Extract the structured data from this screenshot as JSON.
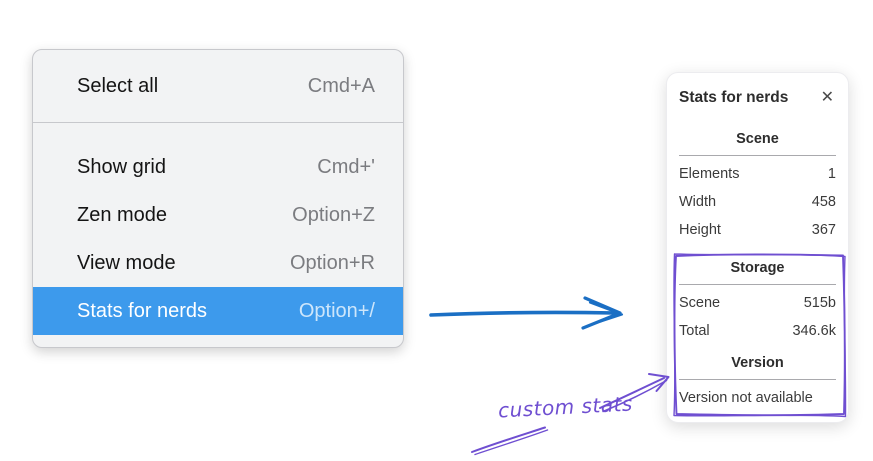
{
  "colors": {
    "highlight_blue": "#3d9aec",
    "highlight_text": "#ffffff",
    "highlight_shortcut": "#cde6fb",
    "arrow_blue": "#1b6fc4",
    "violet": "#6f4fd1",
    "menu_bg": "#f2f3f4",
    "menu_border": "#c7c8cc",
    "label_color": "#141414",
    "shortcut_color": "#7b7c80",
    "panel_text": "#3b3b3b"
  },
  "context_menu": {
    "sections": [
      {
        "items": [
          {
            "label": "Select all",
            "shortcut": "Cmd+A"
          }
        ]
      },
      {
        "items": [
          {
            "label": "Show grid",
            "shortcut": "Cmd+'"
          },
          {
            "label": "Zen mode",
            "shortcut": "Option+Z"
          },
          {
            "label": "View mode",
            "shortcut": "Option+R"
          },
          {
            "label": "Stats for nerds",
            "shortcut": "Option+/",
            "highlighted": true
          }
        ]
      }
    ]
  },
  "stats_panel": {
    "title": "Stats for nerds",
    "close_icon": "✕",
    "scene": {
      "header": "Scene",
      "rows": [
        {
          "label": "Elements",
          "value": "1"
        },
        {
          "label": "Width",
          "value": "458"
        },
        {
          "label": "Height",
          "value": "367"
        }
      ]
    },
    "storage": {
      "header": "Storage",
      "rows": [
        {
          "label": "Scene",
          "value": "515b"
        },
        {
          "label": "Total",
          "value": "346.6k"
        }
      ]
    },
    "version": {
      "header": "Version",
      "note": "Version not available"
    }
  },
  "annotation": {
    "label": "custom stats"
  }
}
